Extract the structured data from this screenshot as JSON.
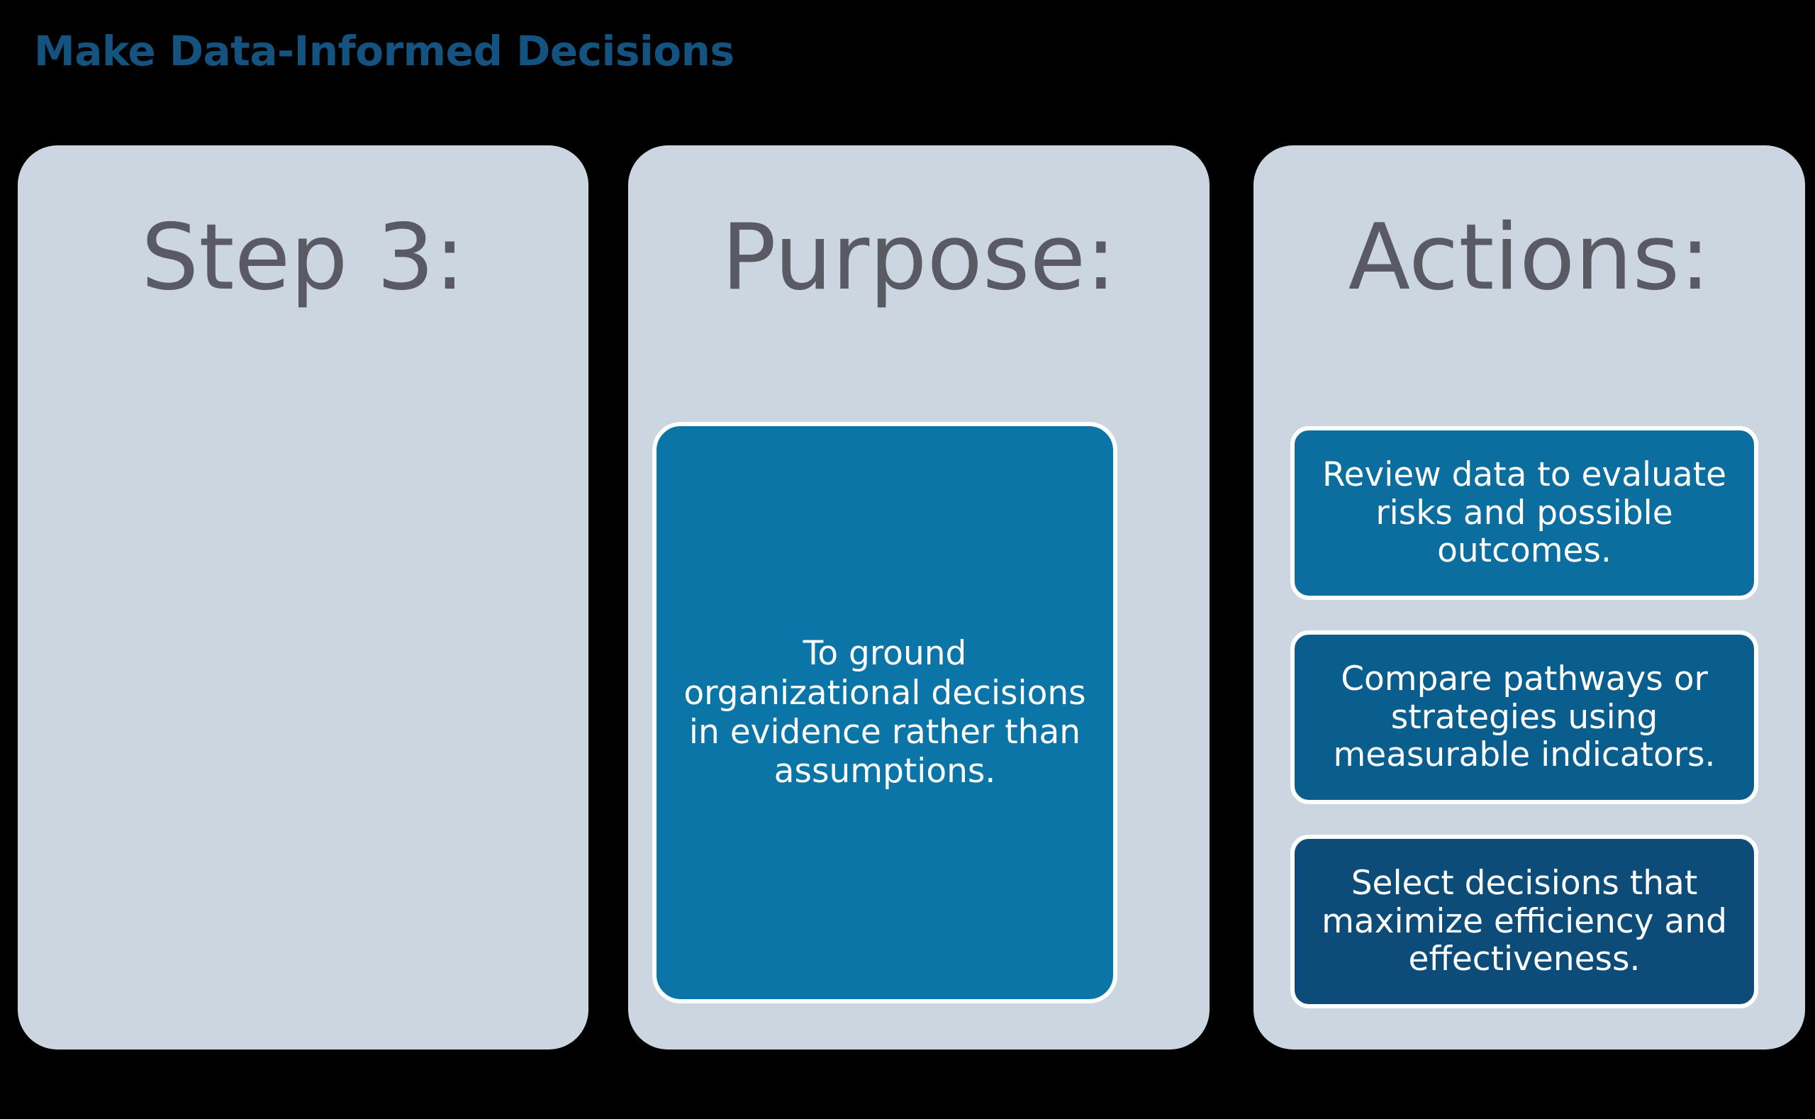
{
  "slide": {
    "title": "Make Data-Informed Decisions",
    "title_color": "#14537f",
    "background_color": "#000000"
  },
  "theme": {
    "card_background": "#ccd6e0",
    "heading_color": "#5a5a64",
    "box_border_color": "#ffffff",
    "box_text_color": "#ffffff",
    "purpose_box_color": "#0a75a6",
    "action_box_colors": [
      "#0b6e9e",
      "#0a5e8e",
      "#0d4c79"
    ]
  },
  "columns": [
    {
      "id": "step",
      "heading": "Step 3:",
      "body": []
    },
    {
      "id": "purpose",
      "heading": "Purpose:",
      "body": [
        "To ground organizational decisions in evidence rather than assumptions."
      ]
    },
    {
      "id": "actions",
      "heading": "Actions:",
      "body": [
        "Review data to evaluate risks and possible outcomes.",
        "Compare pathways or strategies using measurable indicators.",
        "Select decisions that maximize efficiency and effectiveness."
      ]
    }
  ]
}
